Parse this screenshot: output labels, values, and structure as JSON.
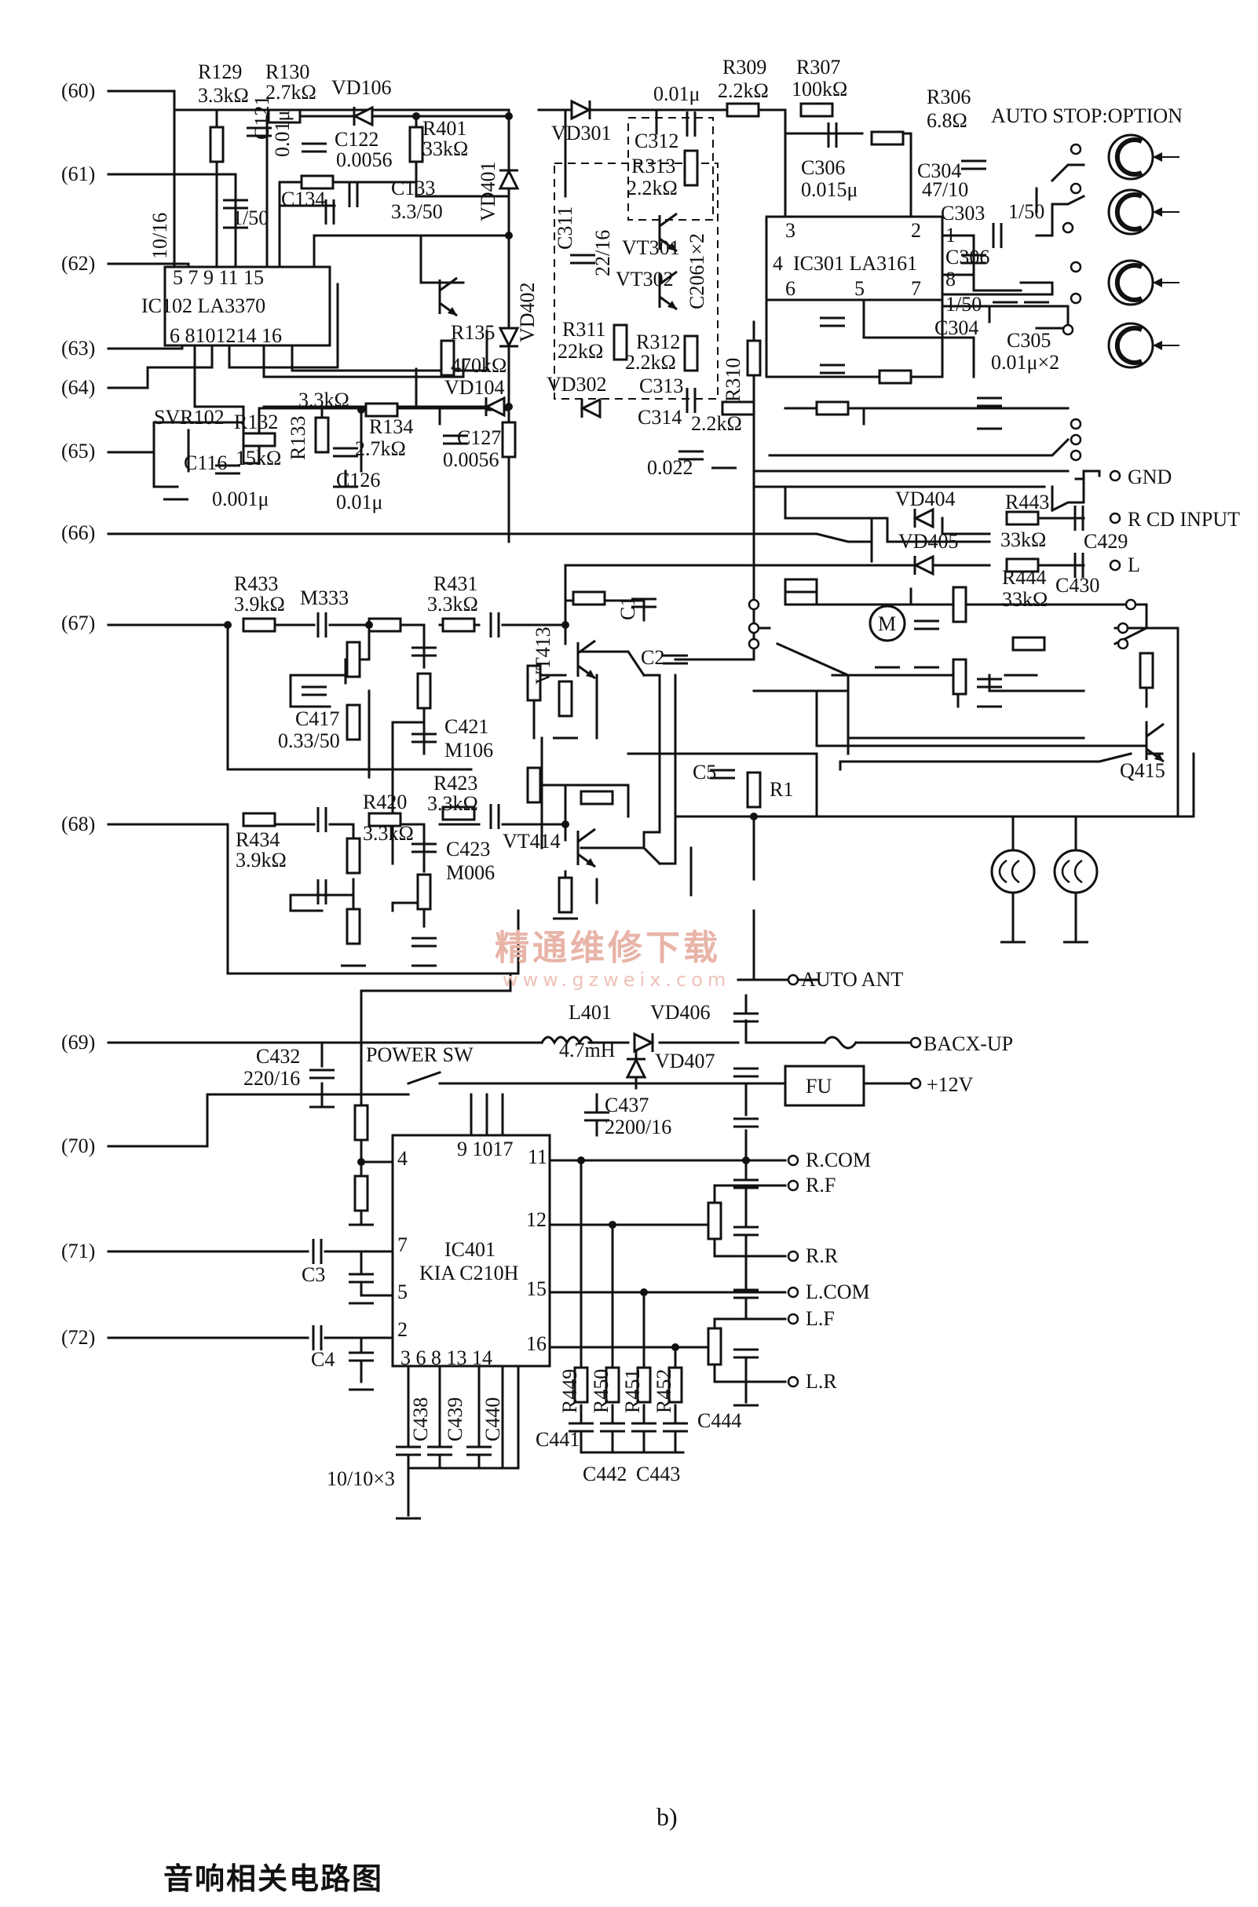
{
  "figure_label": "b)",
  "caption": "音响相关电路图",
  "watermark": "精通维修下载",
  "watermark_url": "www.gzweix.com",
  "terminals": [
    "(60)",
    "(61)",
    "(62)",
    "(63)",
    "(64)",
    "(65)",
    "(66)",
    "(67)",
    "(68)",
    "(69)",
    "(70)",
    "(71)",
    "(72)"
  ],
  "ics": {
    "ic102": {
      "name": "IC102 LA3370",
      "pins_top": "5 7 9 11  15",
      "pins_bottom": "6 8101214 16"
    },
    "ic301": {
      "name": "IC301 LA3161",
      "p3": "3",
      "p2": "2",
      "p1": "1",
      "p4": "4",
      "p8": "8",
      "p6": "6",
      "p5": "5",
      "p7": "7"
    },
    "ic401": {
      "name1": "IC401",
      "name2": "KIA C210H",
      "p9": "9 1017",
      "p11": "11",
      "p4": "4",
      "p12": "12",
      "p7": "7",
      "p5": "5",
      "p15": "15",
      "p2": "2",
      "p16": "16",
      "pbot": "3   6   8  13 14"
    }
  },
  "labels": {
    "r129": "R129",
    "r129v": "3.3kΩ",
    "r130": "R130",
    "r130v": "2.7kΩ",
    "vd106": "VD106",
    "c121": "C121",
    "c121v": "0.01μ",
    "c122": "C122",
    "c122v": "0.0056",
    "r401": "R401",
    "r401v": "33kΩ",
    "vd401": "VD401",
    "vd402": "VD402",
    "v1016": "10/16",
    "v150": "1/50",
    "c134": "C134",
    "c133": "C133",
    "c133v": "3.3/50",
    "r135": "R135",
    "r135v": "470kΩ",
    "vd104": "VD104",
    "r133v": "3.3kΩ",
    "r133": "R133",
    "r134": "R134",
    "r134v": "2.7kΩ",
    "c127": "C127",
    "c127v": "0.0056",
    "c126": "C126",
    "c126v": "0.01μ",
    "svr102": "SVR102",
    "r132": "R132",
    "r132v": "15kΩ",
    "c116": "C116",
    "c116v": "0.001μ",
    "vd301": "VD301",
    "c312v": "0.01μ",
    "c312": "C312",
    "r313": "R313",
    "r313v": "2.2kΩ",
    "c311": "C311",
    "c311v": "22/16",
    "vt301": "VT301",
    "vt302": "VT302",
    "c2061": "C2061×2",
    "r311": "R311",
    "r311v": "22kΩ",
    "r312": "R312",
    "r312v": "2.2kΩ",
    "vd302": "VD302",
    "c313": "C313",
    "c314": "C314",
    "c314v": "0.022",
    "r310": "R310",
    "r310v": "2.2kΩ",
    "r309": "R309",
    "r309v": "2.2kΩ",
    "r307": "R307",
    "r307v": "100kΩ",
    "r306": "R306",
    "r306v": "6.8Ω",
    "c306": "C306",
    "c306v": "0.015μ",
    "c304": "C304",
    "c304v": "47/10",
    "c303": "C303",
    "c303v": "1/50",
    "c306b": "C306",
    "c304b_v": "1/50",
    "c304b": "C304",
    "c305": "C305",
    "c305v": "0.01μ×2",
    "auto_stop": "AUTO STOP:OPTION",
    "gnd": "GND",
    "rcd": "R CD INPUT",
    "l": "L",
    "vd404": "VD404",
    "vd405": "VD405",
    "r443": "R443",
    "r443v": "33kΩ",
    "c429": "C429",
    "r444": "R444",
    "r444v": "33kΩ",
    "c430": "C430",
    "motor": "M",
    "r433": "R433",
    "r433v": "3.9kΩ",
    "m333": "M333",
    "r431": "R431",
    "r431v": "3.3kΩ",
    "c1": "C1",
    "c2": "C2",
    "vt413": "VT413",
    "c417": "C417",
    "c417v": "0.33/50",
    "c421": "C421",
    "m106": "M106",
    "c5": "C5",
    "r1": "R1",
    "q415": "Q415",
    "r420": "R420",
    "r420v": "3.3kΩ",
    "r423": "R423",
    "r423v": "3.3kΩ",
    "r434": "R434",
    "r434v": "3.9kΩ",
    "c423": "C423",
    "m006": "M006",
    "vt414": "VT414",
    "auto_ant": "AUTO ANT",
    "l401": "L401",
    "l401v": "4.7mH",
    "vd406": "VD406",
    "vd407": "VD407",
    "bacx": "BACX-UP",
    "c432": "C432",
    "c432v": "220/16",
    "power_sw": "POWER SW",
    "c437": "C437",
    "c437v": "2200/16",
    "fu": "FU",
    "v12": "+12V",
    "c3": "C3",
    "c4": "C4",
    "rcom": "R.COM",
    "rf": "R.F",
    "rr": "R.R",
    "lcom": "L.COM",
    "lf": "L.F",
    "lr": "L.R",
    "c438": "C438",
    "c439": "C439",
    "c440": "C440",
    "c10x3": "10/10×3",
    "r449": "R449",
    "r450": "R450",
    "r451": "R451",
    "r452": "R452",
    "c441": "C441",
    "c442": "C442",
    "c443": "C443",
    "c444": "C444"
  }
}
